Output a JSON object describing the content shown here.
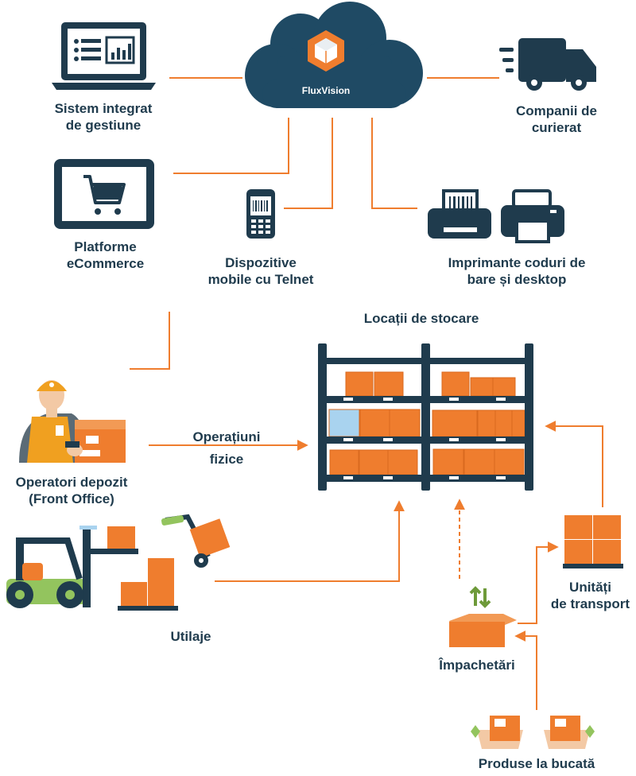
{
  "diagram": {
    "cloud": {
      "label": "FluxVision"
    },
    "nodes": {
      "erp": {
        "line1": "Sistem integrat",
        "line2": "de gestiune",
        "icon": "laptop-dashboard-icon"
      },
      "courier": {
        "line1": "Companii de",
        "line2": "curierat",
        "icon": "delivery-truck-icon"
      },
      "ecommerce": {
        "line1": "Platforme",
        "line2": "eCommerce",
        "icon": "shopping-cart-monitor-icon"
      },
      "mobile": {
        "line1": "Dispozitive",
        "line2": "mobile cu Telnet",
        "icon": "handheld-scanner-icon"
      },
      "printers": {
        "line1": "Imprimante coduri de",
        "line2": "bare și desktop",
        "icon": "printer-icon"
      },
      "storage": {
        "line1": "Locații de stocare",
        "icon": "warehouse-shelving-icon"
      },
      "operators": {
        "line1": "Operatori depozit",
        "line2": "(Front Office)",
        "icon": "warehouse-worker-icon"
      },
      "physical_ops": {
        "line1": "Operațiuni",
        "line2": "fizice"
      },
      "equipment": {
        "line1": "Utilaje",
        "icon": "forklift-icon"
      },
      "transport_units": {
        "line1": "Unități",
        "line2": "de transport",
        "icon": "pallet-boxes-icon"
      },
      "packaging": {
        "line1": "Împachetări",
        "icon": "open-box-icon"
      },
      "products": {
        "line1": "Produse la bucată",
        "icon": "product-box-icon"
      }
    },
    "colors": {
      "navy": "#1f3b4d",
      "orange": "#ef7d2e",
      "cloud": "#1f4a64",
      "light_blue": "#a9d3ef",
      "green": "#6e9a3a"
    }
  }
}
